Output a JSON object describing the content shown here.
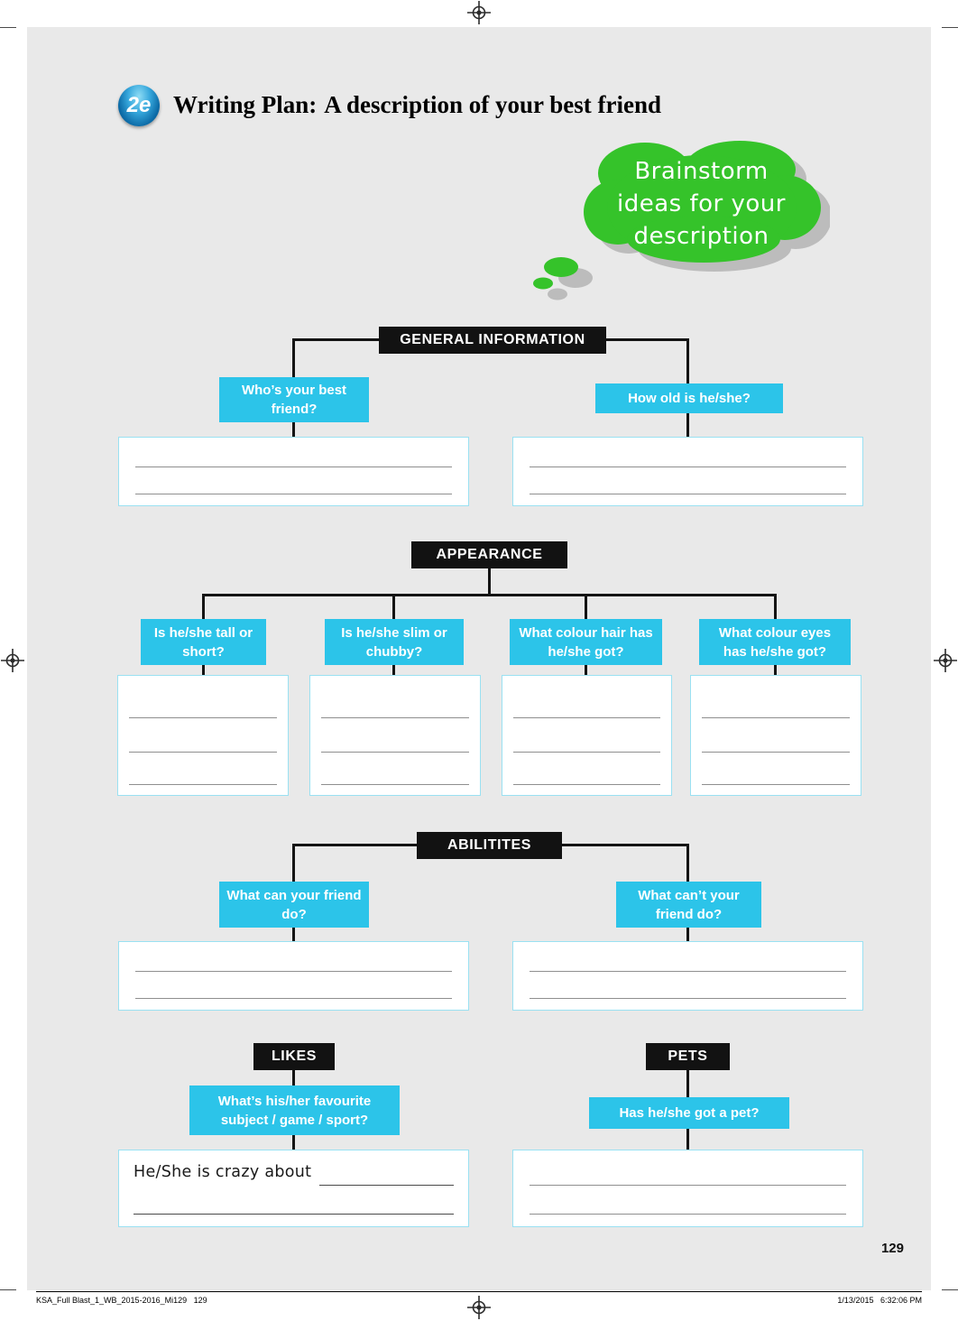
{
  "header": {
    "badge": "2e",
    "title_label": "Writing Plan:",
    "title_text": "A description of your best friend"
  },
  "cloud": {
    "line1": "Brainstorm",
    "line2": "ideas for your",
    "line3": "description"
  },
  "general": {
    "title": "GENERAL INFORMATION",
    "q1": "Who’s your best friend?",
    "q2": "How old is he/she?"
  },
  "appearance": {
    "title": "APPEARANCE",
    "q1": "Is he/she tall or short?",
    "q2": "Is he/she slim or chubby?",
    "q3": "What colour hair has he/she got?",
    "q4": "What colour eyes has he/she got?"
  },
  "abilities": {
    "title": "ABILITITES",
    "q1": "What can your friend do?",
    "q2": "What can’t your friend  do?"
  },
  "likes": {
    "title": "LIKES",
    "q1": "What’s his/her favourite subject / game / sport?",
    "prefill": "He/She is crazy about"
  },
  "pets": {
    "title": "PETS",
    "q1": "Has he/she got a pet?"
  },
  "footer": {
    "page_number": "129",
    "left": "KSA_Full Blast_1_WB_2015-2016_Mi129   129",
    "right": "1/13/2015   6:32:06 PM"
  },
  "colors": {
    "cyan": "#2cc4e9",
    "cyan_border": "#9ae1f2",
    "black_box": "#121212",
    "green": "#35c32a",
    "page_bg": "#e9e9e9"
  }
}
